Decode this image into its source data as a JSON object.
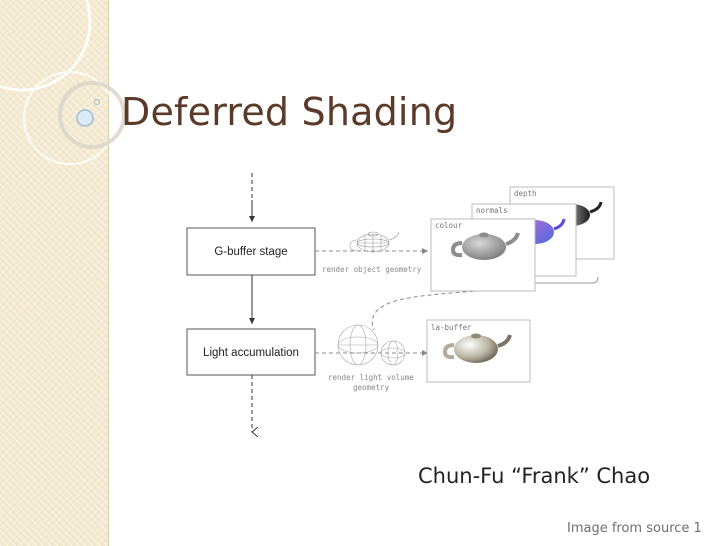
{
  "slide": {
    "title": "Deferred Shading",
    "author": "Chun-Fu “Frank” Chao",
    "credit": "Image from source 1"
  },
  "diagram": {
    "stage1_label": "G-buffer stage",
    "stage2_label": "Light accumulation",
    "stage1_caption": "render object geometry",
    "stage2_caption_line1": "render light volume",
    "stage2_caption_line2": "geometry",
    "buffers": {
      "depth": "depth",
      "normals": "normals",
      "colour": "colour",
      "la_buffer": "la-buffer"
    }
  },
  "colors": {
    "title": "#5b3a2a",
    "strip": "#f3e9cf",
    "normals_accent": "#8a5bd6"
  }
}
